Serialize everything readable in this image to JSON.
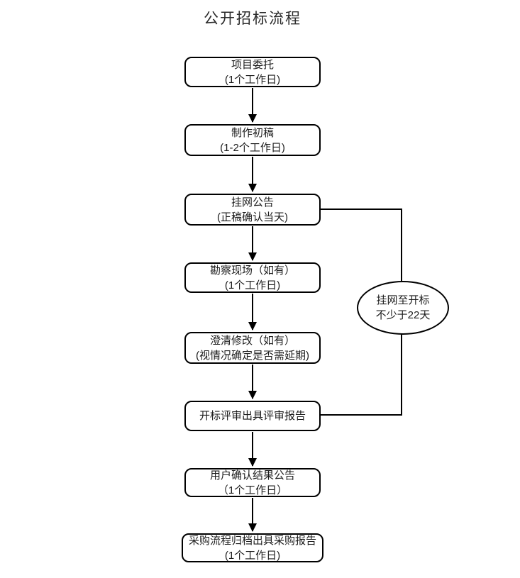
{
  "title": "公开招标流程",
  "flowchart": {
    "nodes": [
      {
        "line1": "项目委托",
        "line2": "(1个工作日)"
      },
      {
        "line1": "制作初稿",
        "line2": "(1-2个工作日)"
      },
      {
        "line1": "挂网公告",
        "line2": "(正稿确认当天)"
      },
      {
        "line1": "勘察现场（如有）",
        "line2": "(1个工作日)"
      },
      {
        "line1": "澄清修改（如有）",
        "line2": "(视情况确定是否需延期)"
      },
      {
        "line1": "开标评审出具评审报告"
      },
      {
        "line1": "用户确认结果公告",
        "line2": "（1个工作日）"
      },
      {
        "line1": "采购流程归档出具采购报告",
        "line2": "(1个工作日)"
      }
    ],
    "annotation": {
      "line1": "挂网至开标",
      "line2": "不少于22天"
    },
    "colors": {
      "stroke": "#000000",
      "text": "#1c1c1c",
      "background": "#ffffff"
    }
  }
}
